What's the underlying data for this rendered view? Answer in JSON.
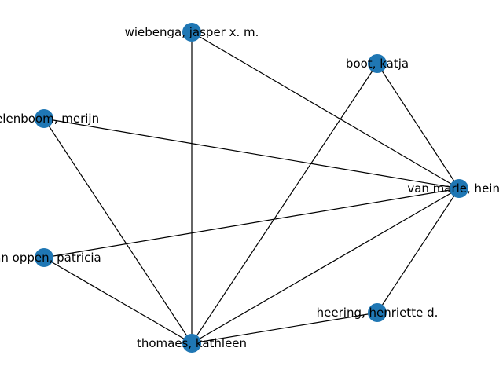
{
  "graph": {
    "node_color": "#1f77b4",
    "edge_color": "#000000",
    "nodes": [
      {
        "id": "wiebenga",
        "label": "wiebenga, jasper x. m."
      },
      {
        "id": "boot",
        "label": "boot, katja"
      },
      {
        "id": "kelenboom",
        "label": "kelenboom, merijn"
      },
      {
        "id": "vanmarle",
        "label": "van marle, hein j."
      },
      {
        "id": "vanoppen",
        "label": "van oppen, patricia"
      },
      {
        "id": "heering",
        "label": "heering, henriette d."
      },
      {
        "id": "thomaes",
        "label": "thomaes, kathleen"
      }
    ],
    "edges": [
      [
        "wiebenga",
        "vanmarle"
      ],
      [
        "wiebenga",
        "thomaes"
      ],
      [
        "boot",
        "vanmarle"
      ],
      [
        "boot",
        "thomaes"
      ],
      [
        "kelenboom",
        "vanmarle"
      ],
      [
        "kelenboom",
        "thomaes"
      ],
      [
        "vanoppen",
        "vanmarle"
      ],
      [
        "vanoppen",
        "thomaes"
      ],
      [
        "vanmarle",
        "heering"
      ],
      [
        "vanmarle",
        "thomaes"
      ],
      [
        "heering",
        "thomaes"
      ]
    ]
  }
}
